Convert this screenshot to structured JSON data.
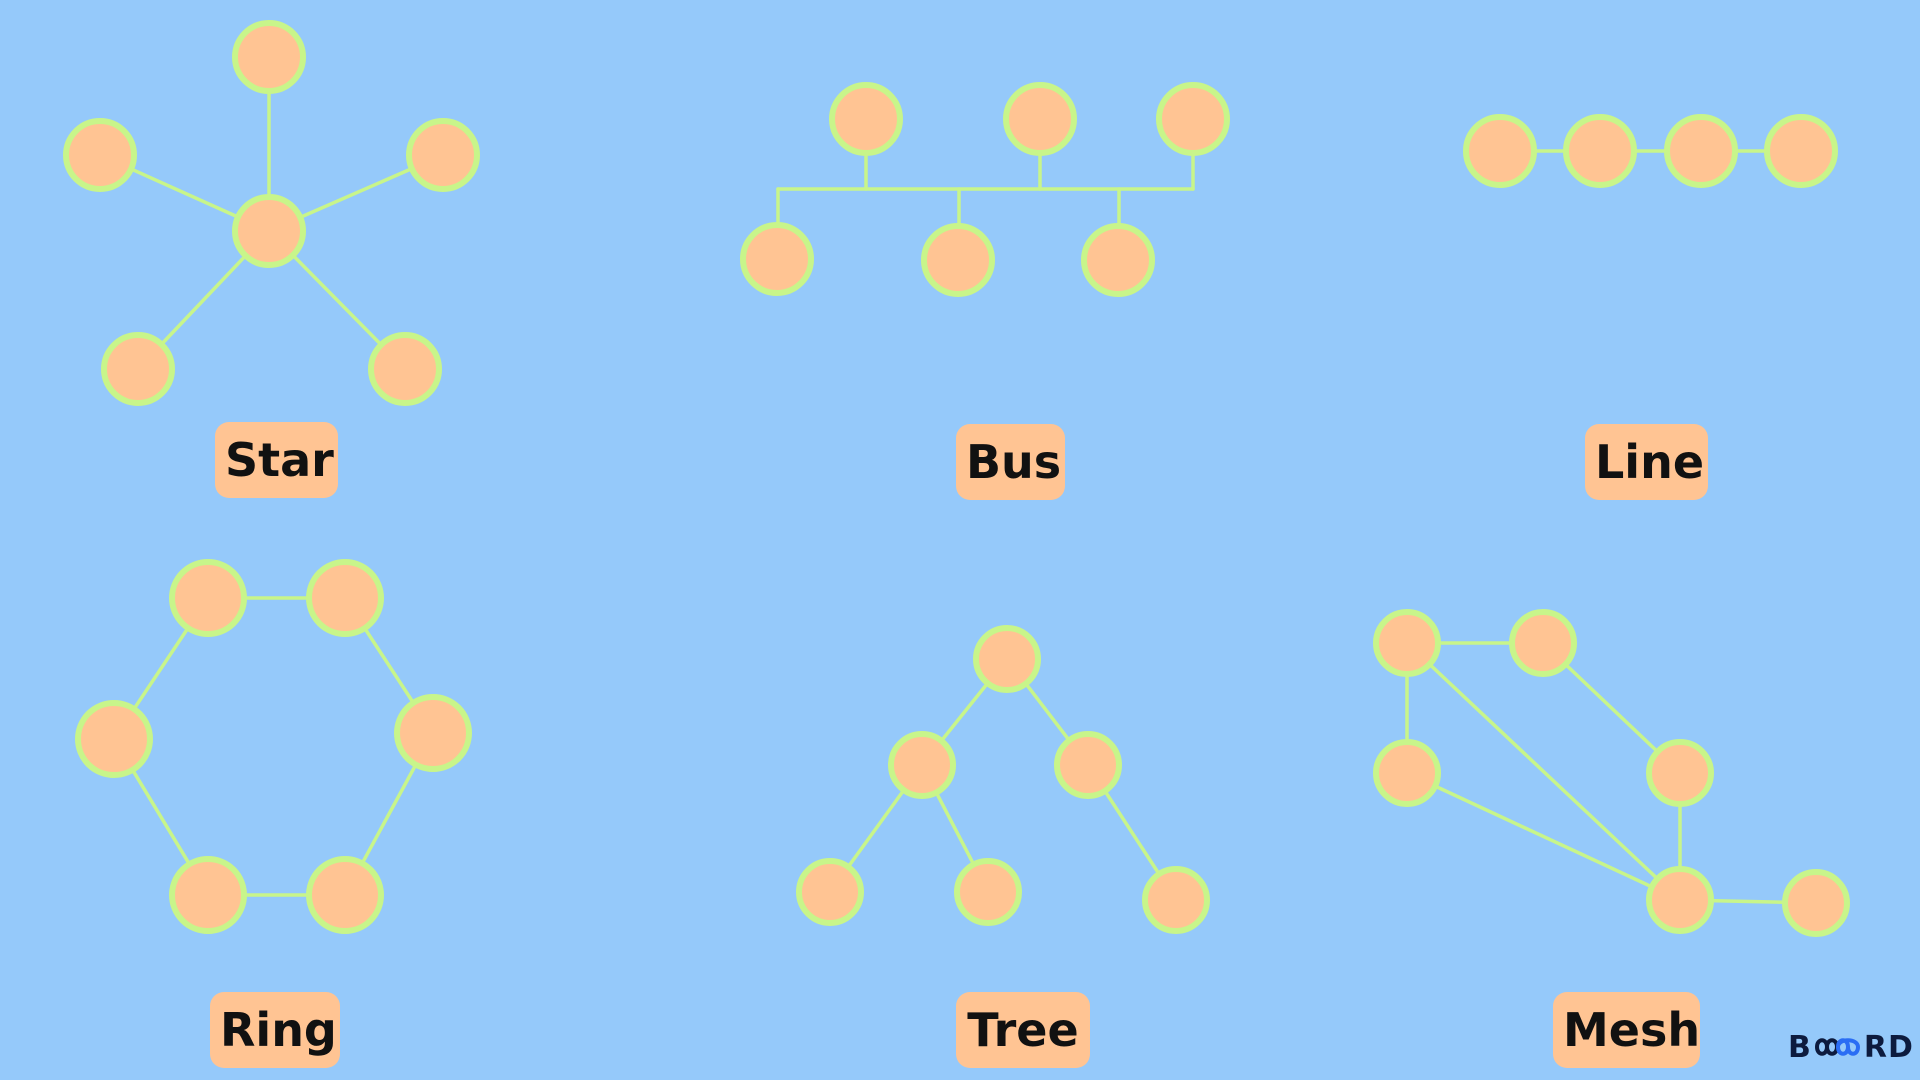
{
  "colors": {
    "background": "#95c9fa",
    "node_fill": "#ffc493",
    "node_stroke": "#c8f58a",
    "link_stroke": "#c8f58a",
    "label_fill": "#ffc493",
    "label_text": "#111111",
    "logo_accent": "#2a6df4",
    "logo_text": "#0d1b3e"
  },
  "topologies": {
    "star": {
      "label": "Star"
    },
    "bus": {
      "label": "Bus"
    },
    "line": {
      "label": "Line"
    },
    "ring": {
      "label": "Ring"
    },
    "tree": {
      "label": "Tree"
    },
    "mesh": {
      "label": "Mesh"
    }
  },
  "logo": {
    "prefix": "B",
    "suffix": "RD",
    "icon": "infinity-loop-icon"
  }
}
